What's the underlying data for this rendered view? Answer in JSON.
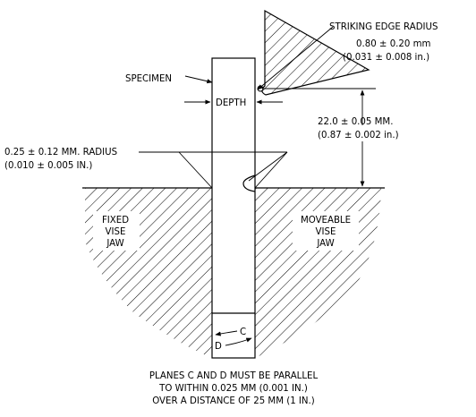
{
  "labels": {
    "striking_edge_radius": "STRIKING EDGE RADIUS",
    "striking_edge_mm": "0.80 ± 0.20 mm",
    "striking_edge_in": "(0.031 ± 0.008 in.)",
    "specimen": "SPECIMEN",
    "depth": "DEPTH",
    "height_mm": "22.0 ± 0.05 MM.",
    "height_in": "(0.87 ± 0.002 in.)",
    "radius_mm": "0.25 ± 0.12 MM. RADIUS",
    "radius_in": "(0.010 ± 0.005 IN.)",
    "fixed_jaw": [
      "FIXED",
      "VISE",
      "JAW"
    ],
    "moveable_jaw": [
      "MOVEABLE",
      "VISE",
      "JAW"
    ],
    "plane_c": "C",
    "plane_d": "D",
    "note": [
      "PLANES C AND D MUST BE PARALLEL",
      "TO WITHIN 0.025 MM (0.001 IN.)",
      "OVER A DISTANCE OF 25 MM (1 IN.)"
    ]
  }
}
